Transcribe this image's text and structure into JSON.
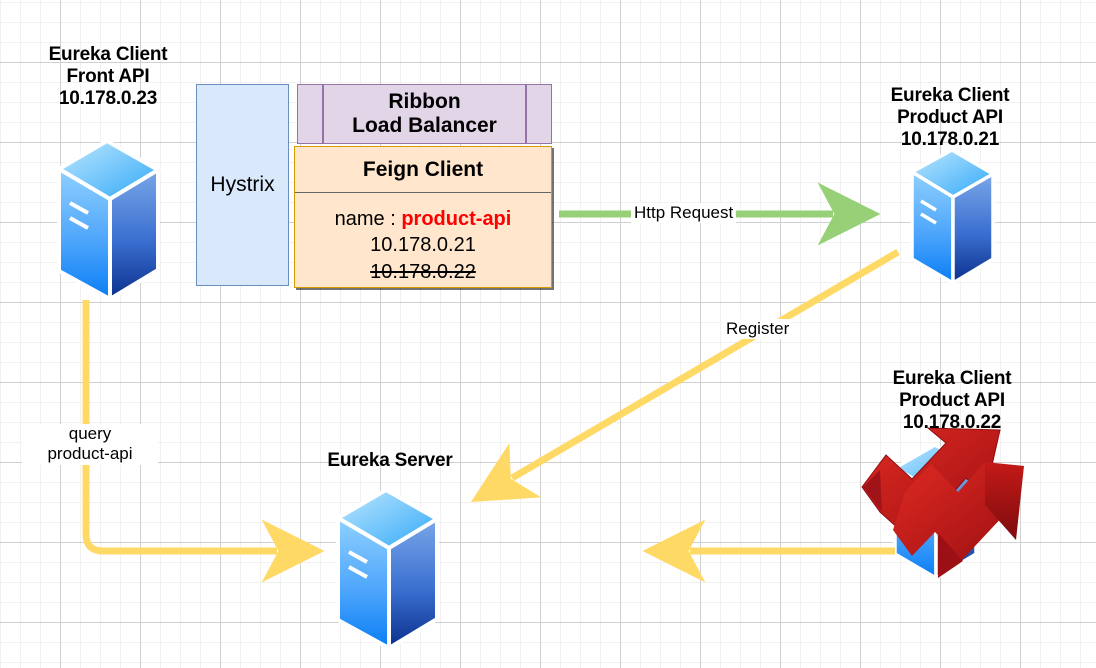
{
  "diagram": {
    "title": "Eureka / Ribbon / Feign service discovery diagram",
    "background": "#ffffff",
    "grid_minor_color": "#f1f1f1",
    "grid_major_color": "#d0d0d0"
  },
  "nodes": {
    "front_api": {
      "line1": "Eureka Client",
      "line2": "Front API",
      "line3": "10.178.0.23",
      "icon": "server-3d-icon"
    },
    "product_api_21": {
      "line1": "Eureka Client",
      "line2": "Product API",
      "line3": "10.178.0.21",
      "icon": "server-3d-icon"
    },
    "product_api_22": {
      "line1": "Eureka Client",
      "line2": "Product API",
      "line3": "10.178.0.22",
      "icon": "server-3d-icon",
      "overlay_icon": "red-crash-arrow-icon",
      "status": "down"
    },
    "eureka_server": {
      "line1": "Eureka Server",
      "icon": "server-3d-icon"
    }
  },
  "boxes": {
    "hystrix": {
      "label": "Hystrix",
      "fill": "#dae8fc",
      "stroke": "#6c8ebf"
    },
    "ribbon": {
      "line1": "Ribbon",
      "line2": "Load Balancer",
      "fill": "#e1d5e7",
      "stroke": "#9673a6"
    },
    "feign": {
      "header": "Feign Client",
      "fill": "#ffe6cc",
      "stroke": "#d79b00",
      "name_label": "name : ",
      "name_value": "product-api",
      "ip_active": "10.178.0.21",
      "ip_dead": "10.178.0.22"
    }
  },
  "edges": {
    "http_request": {
      "label": "Http Request",
      "color": "#97d077"
    },
    "register": {
      "label": "Register",
      "color": "#ffd966"
    },
    "query": {
      "label_line1": "query",
      "label_line2": "product-api",
      "color": "#ffd966",
      "highlight_color": "#ff0000"
    },
    "renew": {
      "label": "",
      "color": "#ffd966"
    }
  }
}
